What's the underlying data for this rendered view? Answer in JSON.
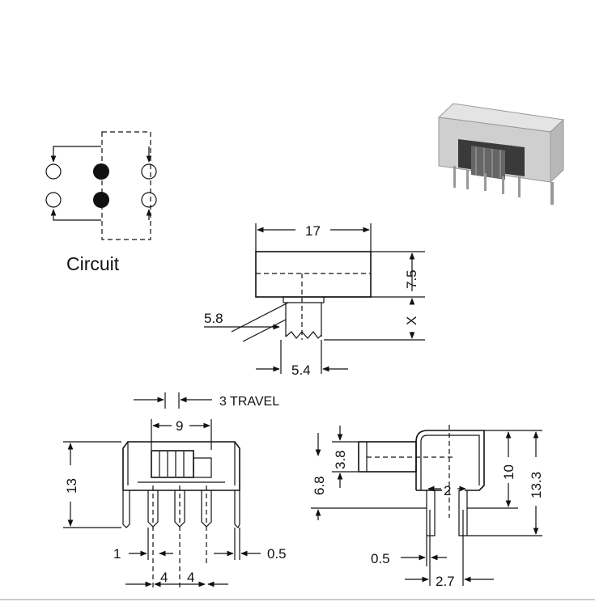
{
  "circuit": {
    "title": "Circuit"
  },
  "front_view": {
    "width_label": "17",
    "height_label": "7.5",
    "actuator_label": "X",
    "actuator_width_label": "5.4",
    "actuator_depth_label": "5.8"
  },
  "side_view": {
    "travel_label": "3 TRAVEL",
    "actuator_span_label": "9",
    "height_label": "13",
    "pin_label_left": "1",
    "pin_label_right": "0.5",
    "pitch_label_1": "4",
    "pitch_label_2": "4"
  },
  "end_view": {
    "actuator_height_label": "3.8",
    "offset_label": "6.8",
    "body_height_label": "10",
    "total_height_label": "13.3",
    "pin_spacing_label": "2",
    "pin_thickness_label": "0.5",
    "pin_offset_label": "2.7"
  },
  "colors": {
    "line": "#111111",
    "background": "#ffffff",
    "photo_body": "#cfcfcf",
    "photo_slider": "#555555"
  }
}
